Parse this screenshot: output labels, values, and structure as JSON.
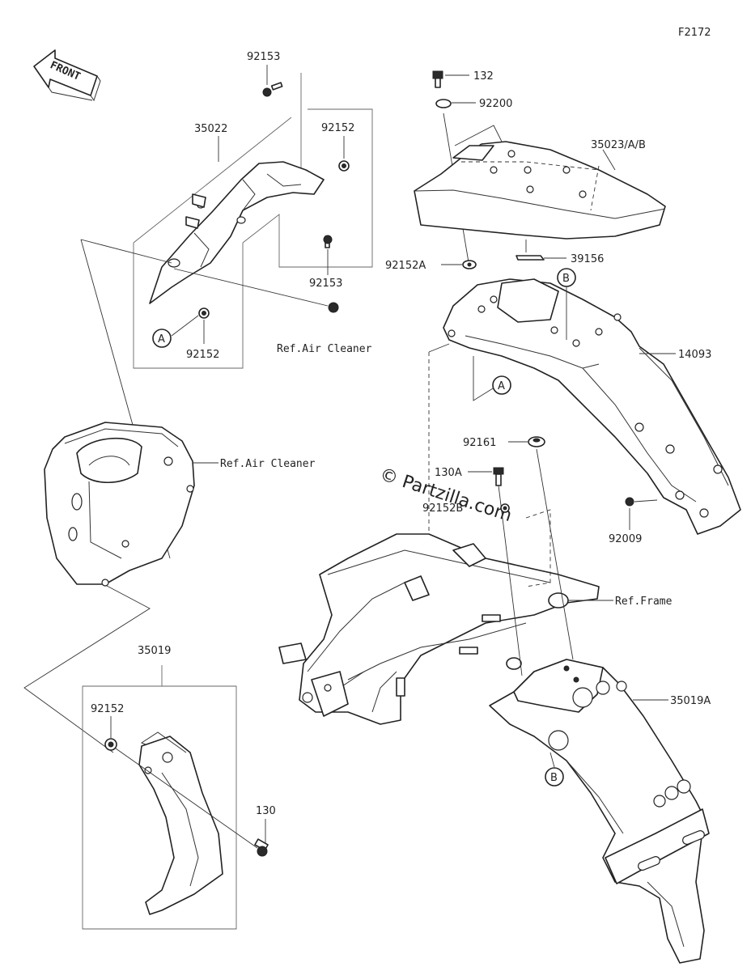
{
  "figure_code": "F2172",
  "front_label": "FRONT",
  "watermark": "© Partzilla.com",
  "callouts": {
    "A": "A",
    "B": "B"
  },
  "labels": {
    "p92153_top": "92153",
    "p35022": "35022",
    "p92152_top": "92152",
    "p92153_mid": "92153",
    "p92152_left": "92152",
    "ref_air_cleaner_1": "Ref.Air Cleaner",
    "ref_air_cleaner_2": "Ref.Air Cleaner",
    "p132": "132",
    "p92200": "92200",
    "p35023": "35023/A/B",
    "p39156": "39156",
    "p92152A": "92152A",
    "p14093": "14093",
    "p92161": "92161",
    "p130A": "130A",
    "p92152B": "92152B",
    "p92009": "92009",
    "ref_frame": "Ref.Frame",
    "p35019": "35019",
    "p92152_bottom": "92152",
    "p130": "130",
    "p35019A": "35019A"
  }
}
